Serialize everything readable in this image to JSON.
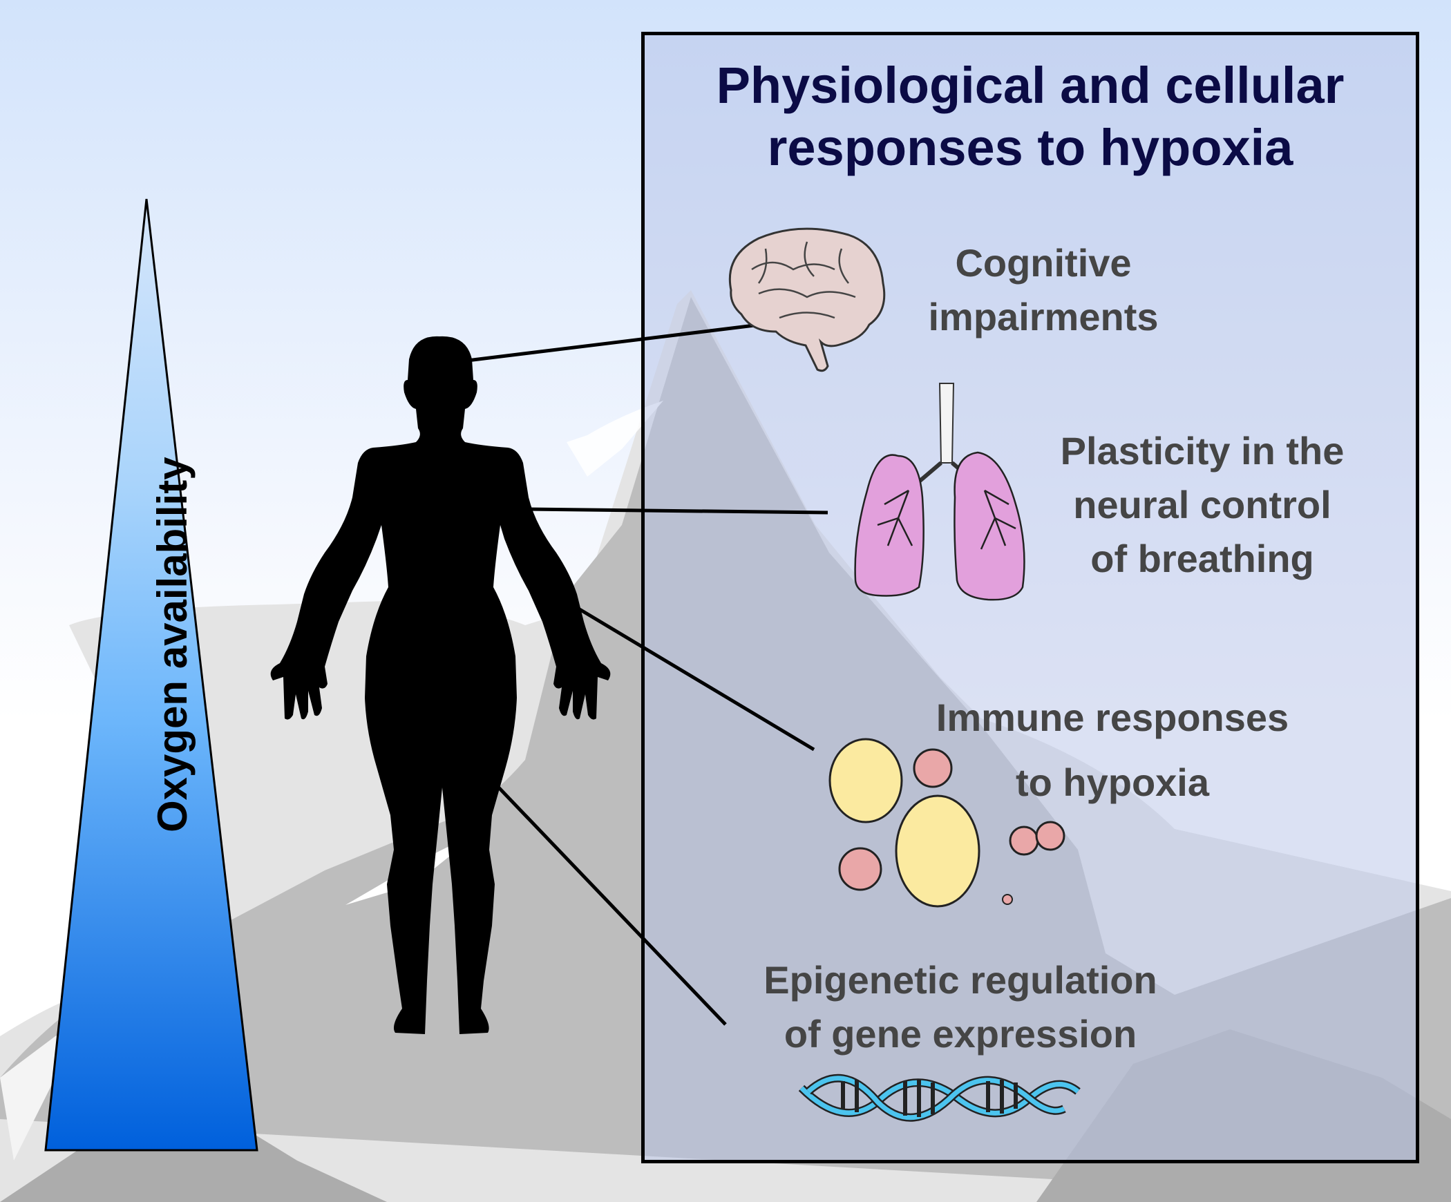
{
  "figure": {
    "title_line1": "Physiological and cellular",
    "title_line2": "responses to hypoxia",
    "gradient_label": "Oxygen availability",
    "responses": [
      {
        "line1": "Cognitive",
        "line2": "impairments",
        "icon": "brain-icon"
      },
      {
        "line1": "Plasticity in the",
        "line2": "neural control",
        "line3": "of breathing",
        "icon": "lungs-icon"
      },
      {
        "line1": "Immune responses",
        "line2": "to hypoxia",
        "icon": "immune-cells-icon"
      },
      {
        "line1": "Epigenetic regulation",
        "line2": "of gene expression",
        "icon": "dna-icon"
      }
    ],
    "colors": {
      "title": "#0b0b45",
      "label": "#454545",
      "triangle_top": "#d6e6fb",
      "triangle_bottom": "#0060dc",
      "brain": "#e6d2d0",
      "lungs": "#e2a0dc",
      "macrophage": "#fbeaa0",
      "lymphocyte": "#e9a7a8",
      "dna": "#4cc4ee"
    }
  }
}
